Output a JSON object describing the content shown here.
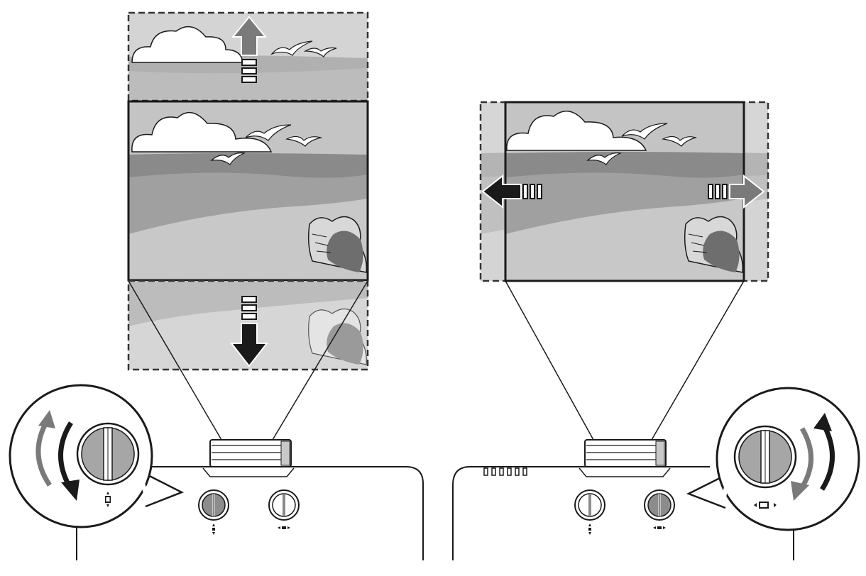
{
  "figure": {
    "panels": [
      {
        "id": "vertical-lens-shift",
        "direction": "up-down",
        "active_dial": "vertical"
      },
      {
        "id": "horizontal-lens-shift",
        "direction": "left-right",
        "active_dial": "horizontal"
      }
    ],
    "colors": {
      "line": "#1a1a1a",
      "sky": "#c4c4c4",
      "cloud": "#ffffff",
      "sea": "#8a8a8a",
      "sand": "#a8a8a8",
      "beach": "#c8c8c8",
      "shift_fill": "#d9d9d9",
      "dial_active": "#8c8c8c",
      "dial_inactive": "#ffffff",
      "dial_zoom": "#a6a6a6",
      "arrow_dark": "#1a1a1a",
      "arrow_gray": "#7a7a7a"
    },
    "icons": [
      "vertical-shift-icon",
      "horizontal-shift-icon",
      "rotate-arrow-icon",
      "shift-arrow-icon",
      "seashell-icon",
      "bird-icon",
      "cloud-icon"
    ]
  }
}
